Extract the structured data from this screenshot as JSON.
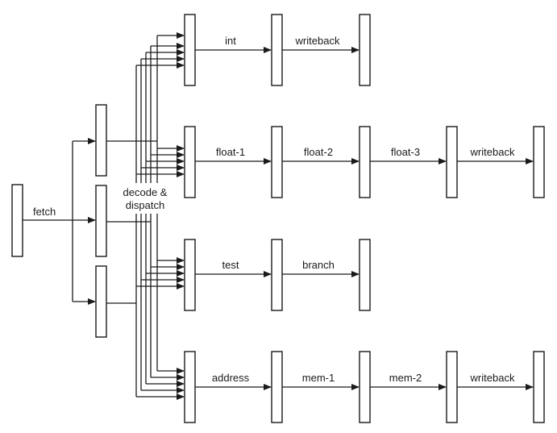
{
  "diagram": {
    "labels": {
      "fetch": "fetch",
      "decode_line1": "decode &",
      "decode_line2": "dispatch",
      "int": "int",
      "int_writeback": "writeback",
      "float1": "float-1",
      "float2": "float-2",
      "float3": "float-3",
      "float_writeback": "writeback",
      "test": "test",
      "branch": "branch",
      "address": "address",
      "mem1": "mem-1",
      "mem2": "mem-2",
      "mem_writeback": "writeback"
    },
    "colors": {
      "line": "#1a1a1a",
      "background": "#ffffff"
    }
  }
}
